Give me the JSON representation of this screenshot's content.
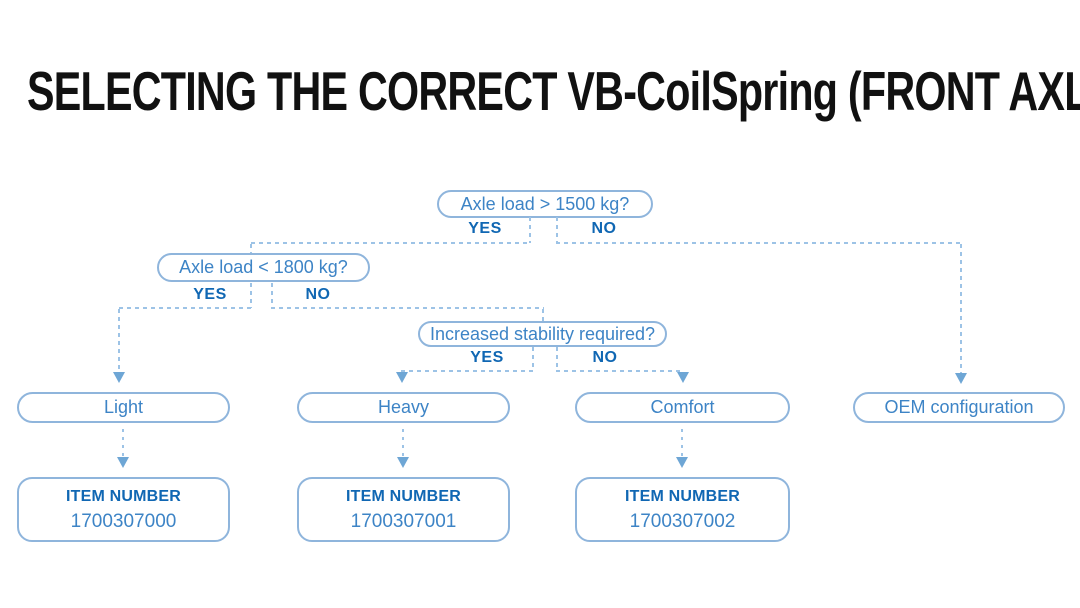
{
  "title": "SELECTING THE CORRECT VB-CoilSpring (FRONT AXLE)",
  "colors": {
    "title_text": "#111111",
    "box_border": "#8fb5dc",
    "box_text": "#3d84c6",
    "label_text": "#1067b3",
    "line": "#9dc3e6",
    "arrow": "#6ea6d5",
    "background": "#ffffff"
  },
  "flowchart": {
    "questions": [
      {
        "text": "Axle load > 1500 kg?",
        "yes": "YES",
        "no": "NO"
      },
      {
        "text": "Axle load < 1800 kg?",
        "yes": "YES",
        "no": "NO"
      },
      {
        "text": "Increased stability required?",
        "yes": "YES",
        "no": "NO"
      }
    ],
    "outcomes": [
      {
        "label": "Light",
        "item_label": "ITEM NUMBER",
        "item_number": "1700307000"
      },
      {
        "label": "Heavy",
        "item_label": "ITEM NUMBER",
        "item_number": "1700307001"
      },
      {
        "label": "Comfort",
        "item_label": "ITEM NUMBER",
        "item_number": "1700307002"
      },
      {
        "label": "OEM configuration"
      }
    ]
  }
}
